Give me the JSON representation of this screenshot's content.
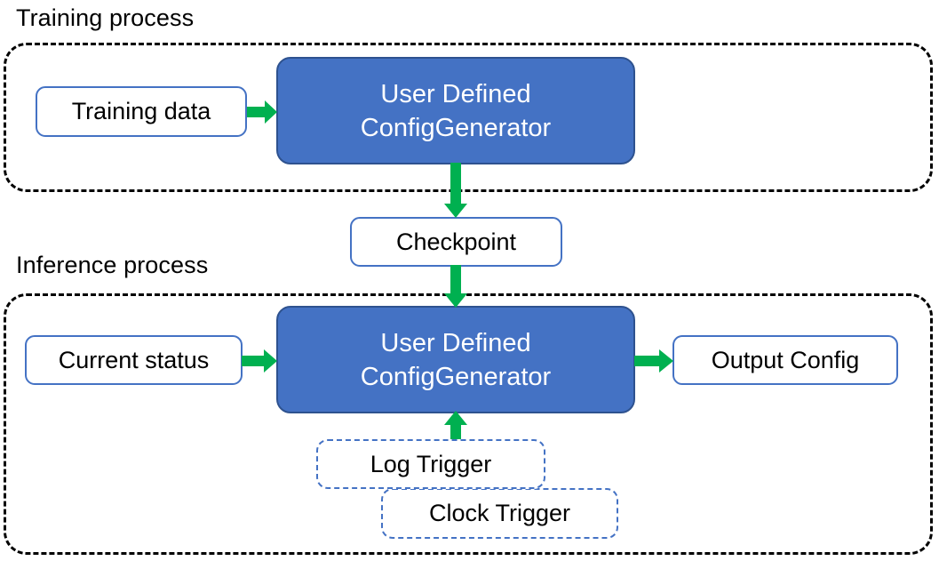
{
  "diagram": {
    "title_training": "Training process",
    "title_inference": "Inference process",
    "colors": {
      "process_blue": "#4472C4",
      "process_blue_border": "#2E528F",
      "arrow_green": "#00B050",
      "container_dash": "#000000",
      "box_outline_blue": "#4472C4",
      "text_dark": "#000000",
      "text_light": "#FFFFFF",
      "background": "#FFFFFF"
    },
    "training": {
      "container_label": "Training process",
      "input": {
        "label": "Training data"
      },
      "processor": {
        "line1": "User Defined",
        "line2": "ConfigGenerator"
      }
    },
    "intermediate": {
      "label": "Checkpoint"
    },
    "inference": {
      "container_label": "Inference process",
      "input": {
        "label": "Current status"
      },
      "processor": {
        "line1": "User Defined",
        "line2": "ConfigGenerator"
      },
      "output": {
        "label": "Output Config"
      },
      "triggers": [
        {
          "label": "Log Trigger"
        },
        {
          "label": "Clock Trigger"
        }
      ]
    },
    "arrows": [
      {
        "name": "training-data-to-generator",
        "from": "Training data",
        "to": "User Defined ConfigGenerator",
        "direction": "right"
      },
      {
        "name": "generator-to-checkpoint",
        "from": "User Defined ConfigGenerator",
        "to": "Checkpoint",
        "direction": "down"
      },
      {
        "name": "checkpoint-to-generator",
        "from": "Checkpoint",
        "to": "User Defined ConfigGenerator",
        "direction": "down"
      },
      {
        "name": "current-status-to-generator",
        "from": "Current status",
        "to": "User Defined ConfigGenerator",
        "direction": "right"
      },
      {
        "name": "generator-to-output-config",
        "from": "User Defined ConfigGenerator",
        "to": "Output Config",
        "direction": "right"
      },
      {
        "name": "trigger-to-generator",
        "from": "Log Trigger",
        "to": "User Defined ConfigGenerator",
        "direction": "up"
      }
    ]
  }
}
